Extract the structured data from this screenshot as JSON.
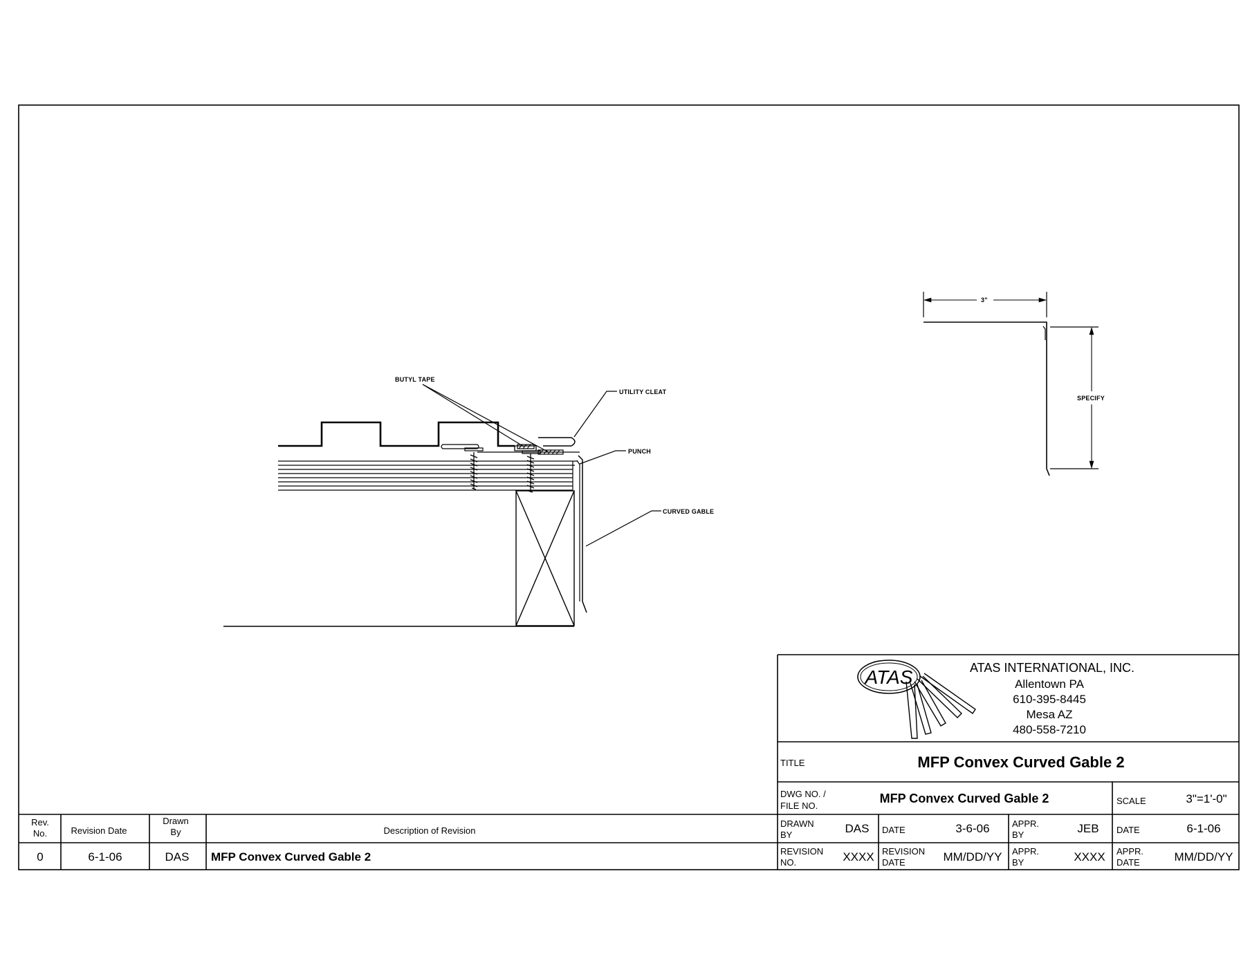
{
  "drawing": {
    "labels": {
      "butyl_tape": "BUTYL TAPE",
      "utility_cleat": "UTILITY CLEAT",
      "punch": "PUNCH",
      "curved_gable": "CURVED GABLE"
    },
    "profile": {
      "dimension_3": "3\"",
      "specify": "SPECIFY"
    }
  },
  "company": {
    "logo_text": "ATAS",
    "name": "ATAS INTERNATIONAL, INC.",
    "city1": "Allentown PA",
    "phone1": "610-395-8445",
    "city2": "Mesa AZ",
    "phone2": "480-558-7210"
  },
  "title_block": {
    "title_label": "TITLE",
    "title": "MFP Convex Curved Gable 2",
    "dwg_label_1": "DWG NO. /",
    "dwg_label_2": "FILE NO.",
    "dwg_no": "MFP Convex Curved Gable 2",
    "scale_label": "SCALE",
    "scale": "3\"=1'-0\"",
    "drawn_by_label_1": "DRAWN",
    "drawn_by_label_2": "BY",
    "drawn_by": "DAS",
    "date_label": "DATE",
    "date": "3-6-06",
    "appr_by_label_1": "APPR.",
    "appr_by_label_2": "BY",
    "appr_by": "JEB",
    "date2_label": "DATE",
    "date2": "6-1-06",
    "revision_no_label_1": "REVISION",
    "revision_no_label_2": "NO.",
    "revision_no": "XXXX",
    "revision_date_label_1": "REVISION",
    "revision_date_label_2": "DATE",
    "revision_date": "MM/DD/YY",
    "appr_by2_label_1": "APPR.",
    "appr_by2_label_2": "BY",
    "appr_by2": "XXXX",
    "appr_date_label_1": "APPR.",
    "appr_date_label_2": "DATE",
    "appr_date": "MM/DD/YY"
  },
  "revisions": {
    "headers": {
      "rev_1": "Rev.",
      "rev_2": "No.",
      "date": "Revision Date",
      "drawn_1": "Drawn",
      "drawn_2": "By",
      "description": "Description of Revision"
    },
    "rows": [
      {
        "rev": "0",
        "date": "6-1-06",
        "by": "DAS",
        "description": "MFP Convex Curved Gable 2"
      }
    ]
  }
}
